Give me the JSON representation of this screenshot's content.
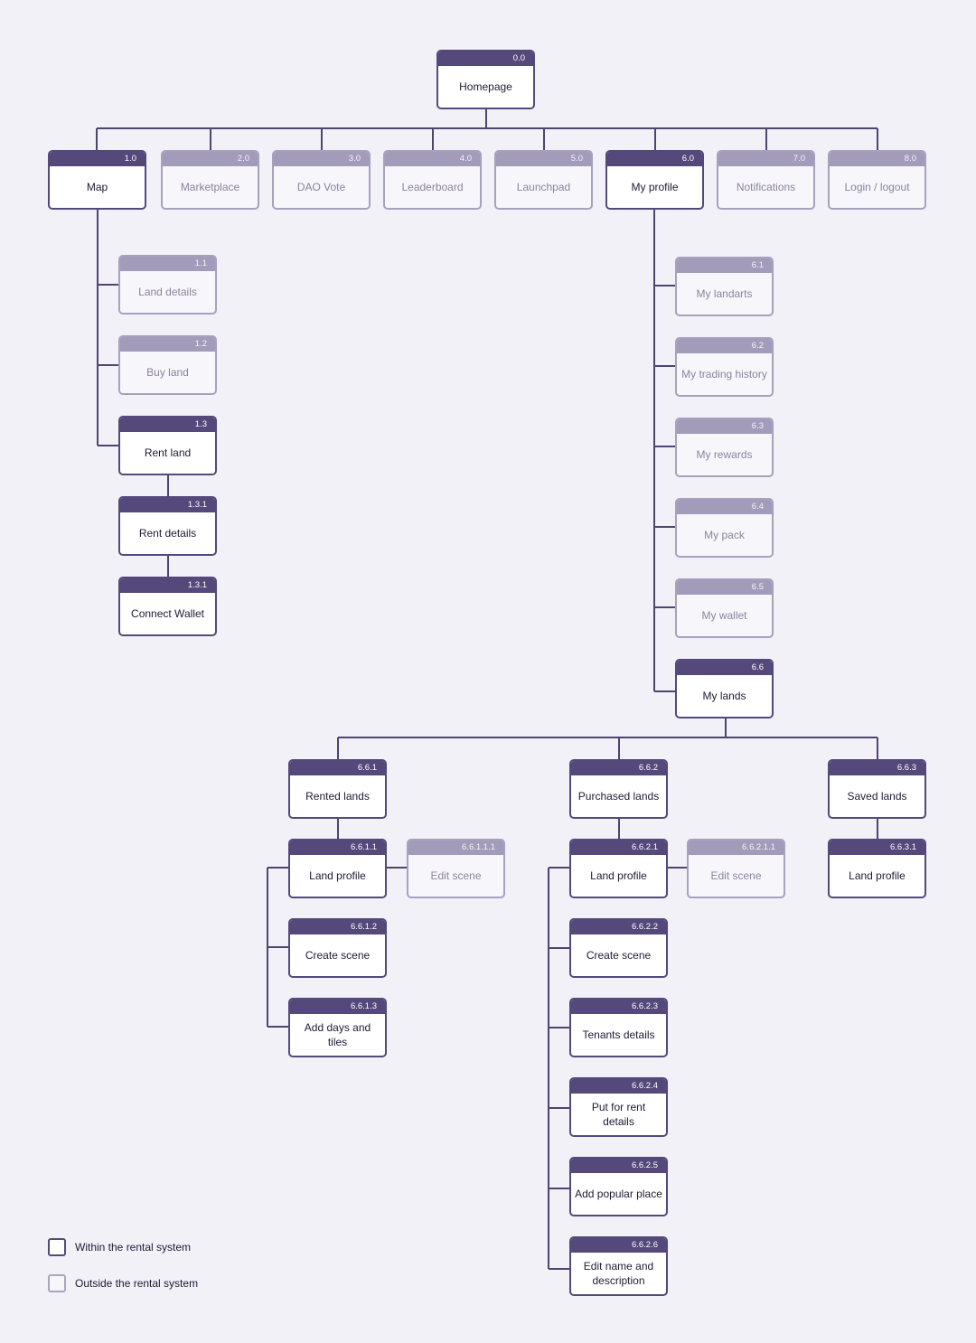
{
  "nodes": {
    "n0_0": {
      "id": "0.0",
      "label": "Homepage",
      "within": true
    },
    "n1_0": {
      "id": "1.0",
      "label": "Map",
      "within": true
    },
    "n2_0": {
      "id": "2.0",
      "label": "Marketplace",
      "within": false
    },
    "n3_0": {
      "id": "3.0",
      "label": "DAO Vote",
      "within": false
    },
    "n4_0": {
      "id": "4.0",
      "label": "Leaderboard",
      "within": false
    },
    "n5_0": {
      "id": "5.0",
      "label": "Launchpad",
      "within": false
    },
    "n6_0": {
      "id": "6.0",
      "label": "My profile",
      "within": true
    },
    "n7_0": {
      "id": "7.0",
      "label": "Notifications",
      "within": false
    },
    "n8_0": {
      "id": "8.0",
      "label": "Login / logout",
      "within": false
    },
    "n1_1": {
      "id": "1.1",
      "label": "Land details",
      "within": false
    },
    "n1_2": {
      "id": "1.2",
      "label": "Buy land",
      "within": false
    },
    "n1_3": {
      "id": "1.3",
      "label": "Rent land",
      "within": true
    },
    "n1_3_1a": {
      "id": "1.3.1",
      "label": "Rent details",
      "within": true
    },
    "n1_3_1b": {
      "id": "1.3.1",
      "label": "Connect Wallet",
      "within": true
    },
    "n6_1": {
      "id": "6.1",
      "label": "My landarts",
      "within": false
    },
    "n6_2": {
      "id": "6.2",
      "label": "My trading history",
      "within": false
    },
    "n6_3": {
      "id": "6.3",
      "label": "My rewards",
      "within": false
    },
    "n6_4": {
      "id": "6.4",
      "label": "My pack",
      "within": false
    },
    "n6_5": {
      "id": "6.5",
      "label": "My wallet",
      "within": false
    },
    "n6_6": {
      "id": "6.6",
      "label": "My lands",
      "within": true
    },
    "n6_6_1": {
      "id": "6.6.1",
      "label": "Rented lands",
      "within": true
    },
    "n6_6_2": {
      "id": "6.6.2",
      "label": "Purchased lands",
      "within": true
    },
    "n6_6_3": {
      "id": "6.6.3",
      "label": "Saved lands",
      "within": true
    },
    "n6_6_1_1": {
      "id": "6.6.1.1",
      "label": "Land profile",
      "within": true
    },
    "n6_6_1_1_1": {
      "id": "6.6.1.1.1",
      "label": "Edit scene",
      "within": false
    },
    "n6_6_1_2": {
      "id": "6.6.1.2",
      "label": "Create scene",
      "within": true
    },
    "n6_6_1_3": {
      "id": "6.6.1.3",
      "label": "Add days and tiles",
      "within": true
    },
    "n6_6_2_1": {
      "id": "6.6.2.1",
      "label": "Land profile",
      "within": true
    },
    "n6_6_2_1_1": {
      "id": "6.6.2.1.1",
      "label": "Edit scene",
      "within": false
    },
    "n6_6_2_2": {
      "id": "6.6.2.2",
      "label": "Create scene",
      "within": true
    },
    "n6_6_2_3": {
      "id": "6.6.2.3",
      "label": "Tenants details",
      "within": true
    },
    "n6_6_2_4": {
      "id": "6.6.2.4",
      "label": "Put for rent details",
      "within": true
    },
    "n6_6_2_5": {
      "id": "6.6.2.5",
      "label": "Add popular place",
      "within": true
    },
    "n6_6_2_6": {
      "id": "6.6.2.6",
      "label": "Edit name and description",
      "within": true
    },
    "n6_6_3_1": {
      "id": "6.6.3.1",
      "label": "Land profile",
      "within": true
    }
  },
  "legend": {
    "within": "Within the rental system",
    "outside": "Outside the rental system"
  },
  "colors": {
    "background": "#f2f1f8",
    "within_border": "#54497a",
    "outside_border": "#a7a1bd",
    "connector": "#4e4470"
  }
}
